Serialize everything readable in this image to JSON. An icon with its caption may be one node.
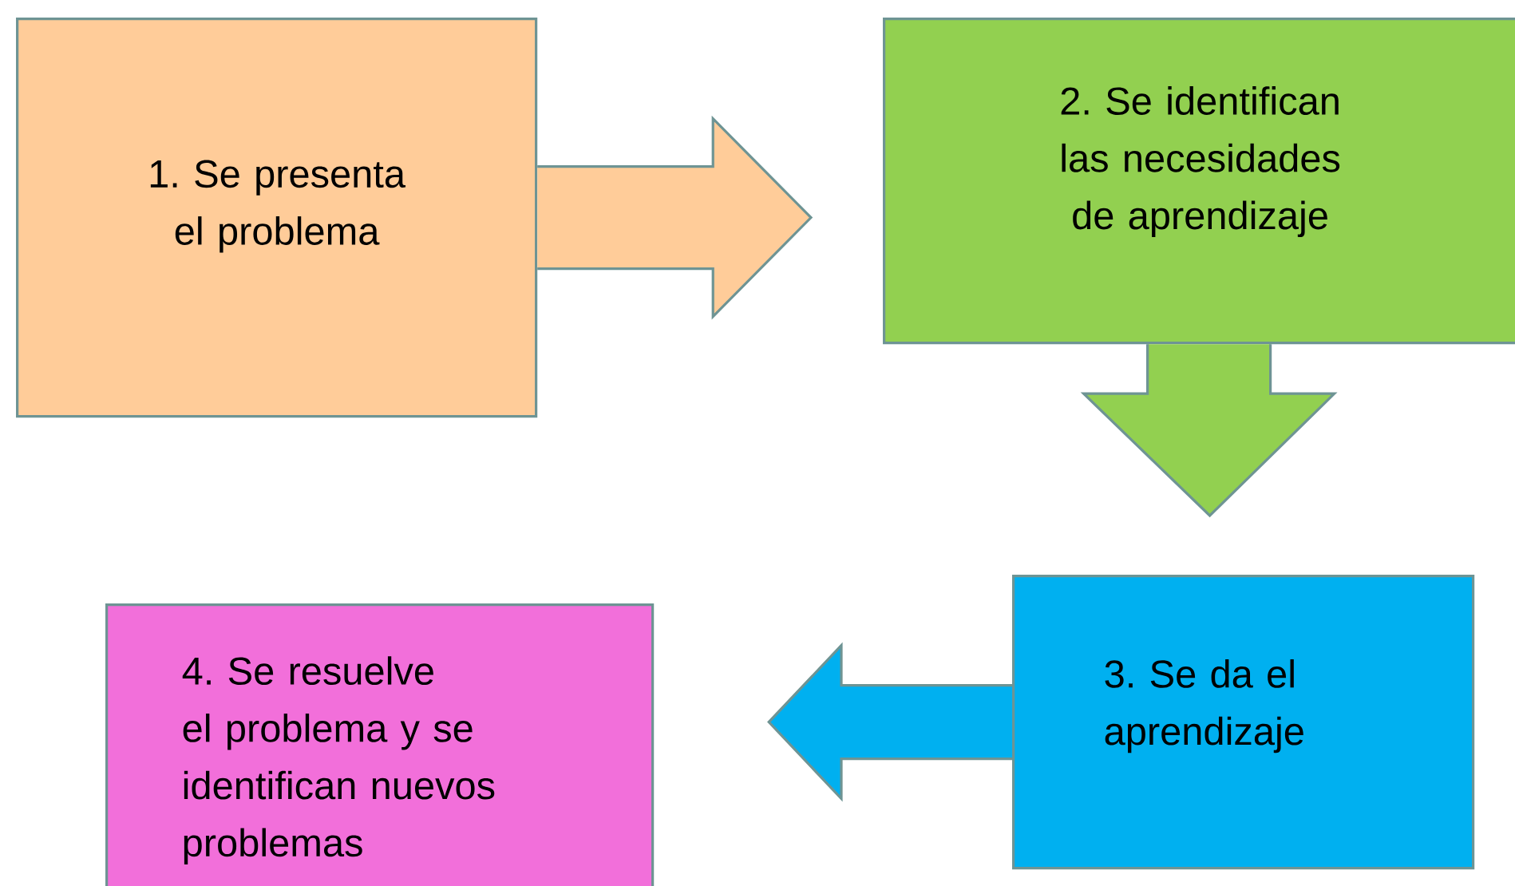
{
  "diagram": {
    "nodes": [
      {
        "text": [
          "1. Se presenta el problema"
        ]
      },
      {
        "text": [
          "2. Se identifican las necesidades de aprendizaje"
        ]
      },
      {
        "text": [
          "3. Se da el aprendizaje"
        ]
      },
      {
        "text": [
          "4. Se resuelve el problema y se identifican nuevos problemas"
        ]
      }
    ],
    "edges": [
      {
        "from": 0,
        "to": 1,
        "arrow": "to"
      },
      {
        "from": 1,
        "to": 2,
        "arrow": "to"
      },
      {
        "from": 2,
        "to": 3,
        "arrow": "to"
      }
    ]
  }
}
